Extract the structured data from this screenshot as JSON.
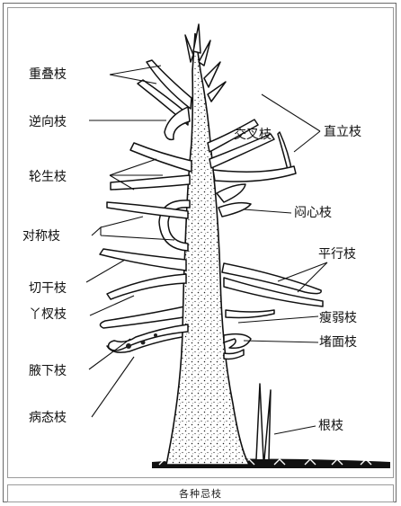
{
  "caption": "各种忌枝",
  "labels": {
    "l1": "重叠枝",
    "l2": "逆向枝",
    "l3": "轮生枝",
    "l4": "对称枝",
    "l5": "切干枝",
    "l6": "丫杈枝",
    "l7": "腋下枝",
    "l8": "病态枝",
    "r1": "直立枝",
    "r2": "交叉枝",
    "r3": "闷心枝",
    "r4": "平行枝",
    "r5": "瘦弱枝",
    "r6": "堵面枝",
    "r7": "根枝"
  },
  "colors": {
    "ink": "#111111",
    "paper": "#ffffff",
    "frame": "#6a6a6a"
  }
}
